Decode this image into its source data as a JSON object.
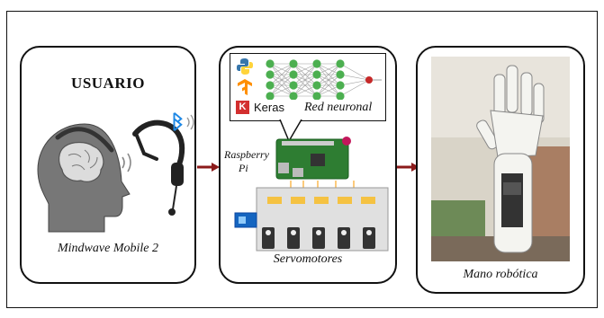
{
  "panels": [
    {
      "title": "USUARIO",
      "caption": "Mindwave Mobile 2"
    },
    {
      "nn_framework": "Keras",
      "nn_label": "Red neuronal",
      "board_label": [
        "Raspberry",
        "Pi"
      ],
      "bottom_caption": "Servomotores"
    },
    {
      "caption": "Mano robótica"
    }
  ],
  "colors": {
    "arrow": "#8b1a1a",
    "nn_node": "#4caf50",
    "nn_output": "#c62828",
    "board": "#2e7d32",
    "keras": "#d32f2f",
    "bluetooth": "#1e88e5"
  }
}
